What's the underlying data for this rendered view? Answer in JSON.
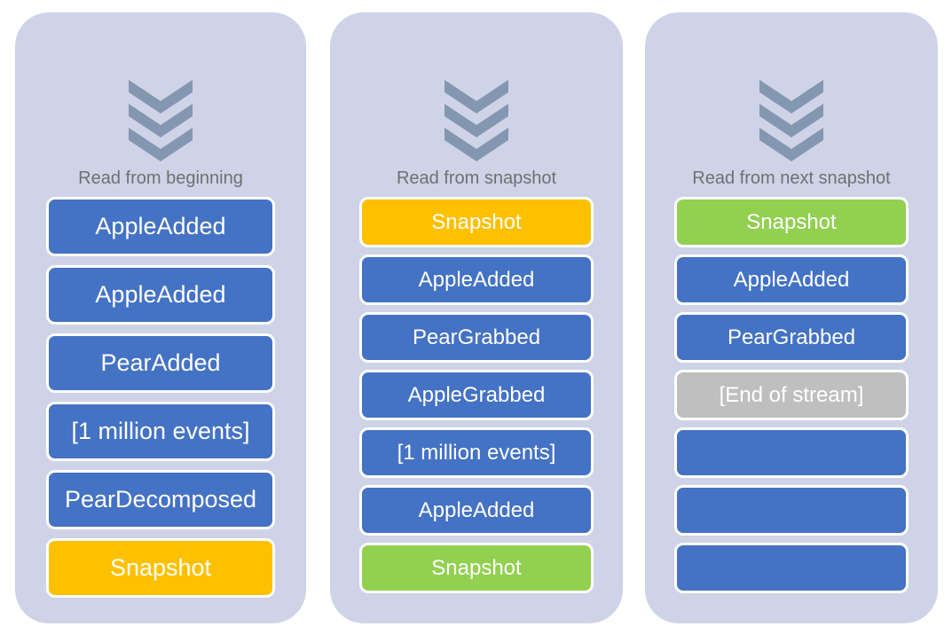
{
  "colors": {
    "panel_bg": "#CED3E8",
    "event_blue": "#4472C4",
    "snapshot_orange": "#FFC000",
    "snapshot_green": "#92D050",
    "end_gray": "#BFBFBF",
    "chevron": "#8497B0",
    "label_text": "#707070",
    "box_text": "#FFFFFF"
  },
  "icons": {
    "chevron_icon_name": "triple-chevron-down-icon"
  },
  "panels": [
    {
      "label": "Read from beginning",
      "boxes": [
        {
          "text": "AppleAdded",
          "color": "blue"
        },
        {
          "text": "AppleAdded",
          "color": "blue"
        },
        {
          "text": "PearAdded",
          "color": "blue"
        },
        {
          "text": "[1 million events]",
          "color": "blue"
        },
        {
          "text": "PearDecomposed",
          "color": "blue"
        },
        {
          "text": "Snapshot",
          "color": "orange"
        }
      ]
    },
    {
      "label": "Read from snapshot",
      "boxes": [
        {
          "text": "Snapshot",
          "color": "orange"
        },
        {
          "text": "AppleAdded",
          "color": "blue"
        },
        {
          "text": "PearGrabbed",
          "color": "blue"
        },
        {
          "text": "AppleGrabbed",
          "color": "blue"
        },
        {
          "text": "[1 million events]",
          "color": "blue"
        },
        {
          "text": "AppleAdded",
          "color": "blue"
        },
        {
          "text": "Snapshot",
          "color": "green"
        }
      ]
    },
    {
      "label": "Read from next snapshot",
      "boxes": [
        {
          "text": "Snapshot",
          "color": "green"
        },
        {
          "text": "AppleAdded",
          "color": "blue"
        },
        {
          "text": "PearGrabbed",
          "color": "blue"
        },
        {
          "text": "[End of stream]",
          "color": "gray"
        },
        {
          "text": "",
          "color": "blue"
        },
        {
          "text": "",
          "color": "blue"
        },
        {
          "text": "",
          "color": "blue"
        }
      ]
    }
  ]
}
